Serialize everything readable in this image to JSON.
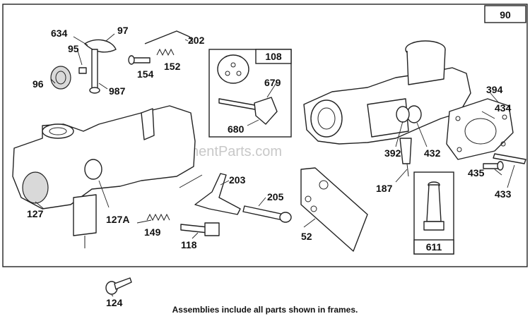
{
  "diagram": {
    "page_number": "90",
    "footer_note": "Assemblies include all parts shown in frames.",
    "watermark": "eReplacementParts.com",
    "frames": {
      "frame_108": "108",
      "frame_611": "611"
    },
    "callouts": {
      "c634": "634",
      "c97": "97",
      "c202": "202",
      "c95": "95",
      "c154": "154",
      "c152": "152",
      "c96": "96",
      "c987": "987",
      "c679": "679",
      "c680": "680",
      "c394": "394",
      "c434": "434",
      "c392": "392",
      "c432": "432",
      "c435": "435",
      "c433": "433",
      "c187": "187",
      "c203": "203",
      "c205": "205",
      "c52": "52",
      "c127": "127",
      "c127A": "127A",
      "c149": "149",
      "c118": "118",
      "c124": "124"
    }
  }
}
